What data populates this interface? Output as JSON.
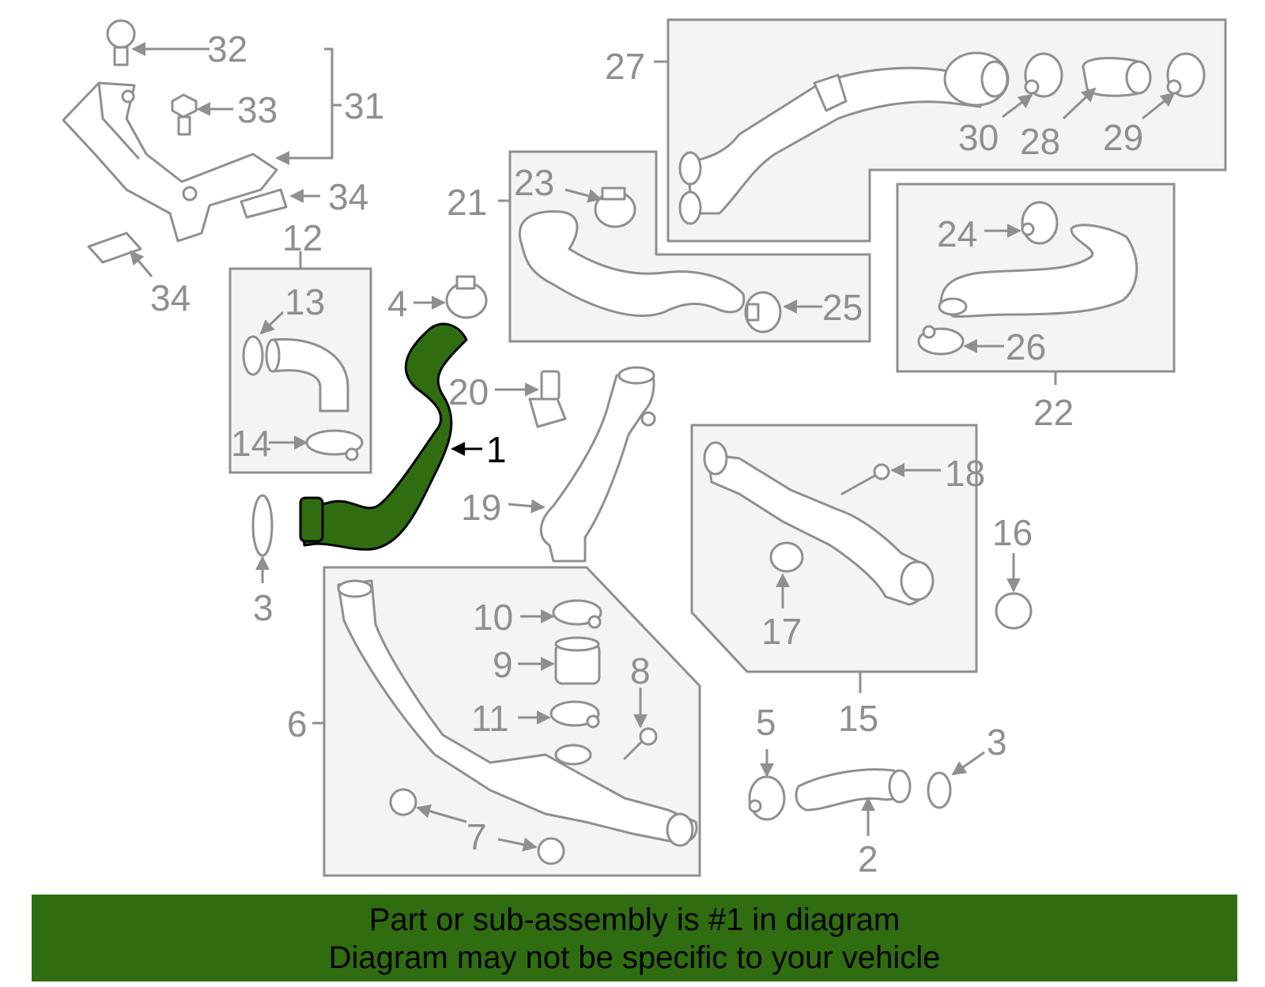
{
  "diagram": {
    "highlighted_part": "1",
    "highlight_color": "#2f6d10",
    "line_color": "#8f8f8f",
    "callouts": [
      "1",
      "2",
      "3",
      "3",
      "4",
      "5",
      "6",
      "7",
      "8",
      "9",
      "10",
      "11",
      "12",
      "13",
      "14",
      "15",
      "16",
      "17",
      "18",
      "19",
      "20",
      "21",
      "22",
      "23",
      "24",
      "25",
      "26",
      "27",
      "28",
      "29",
      "30",
      "31",
      "32",
      "33",
      "34",
      "34"
    ]
  },
  "banner": {
    "line1": "Part or sub-assembly is #1 in diagram",
    "line2": "Diagram may not be specific to your vehicle",
    "background": "#2f6d10"
  }
}
